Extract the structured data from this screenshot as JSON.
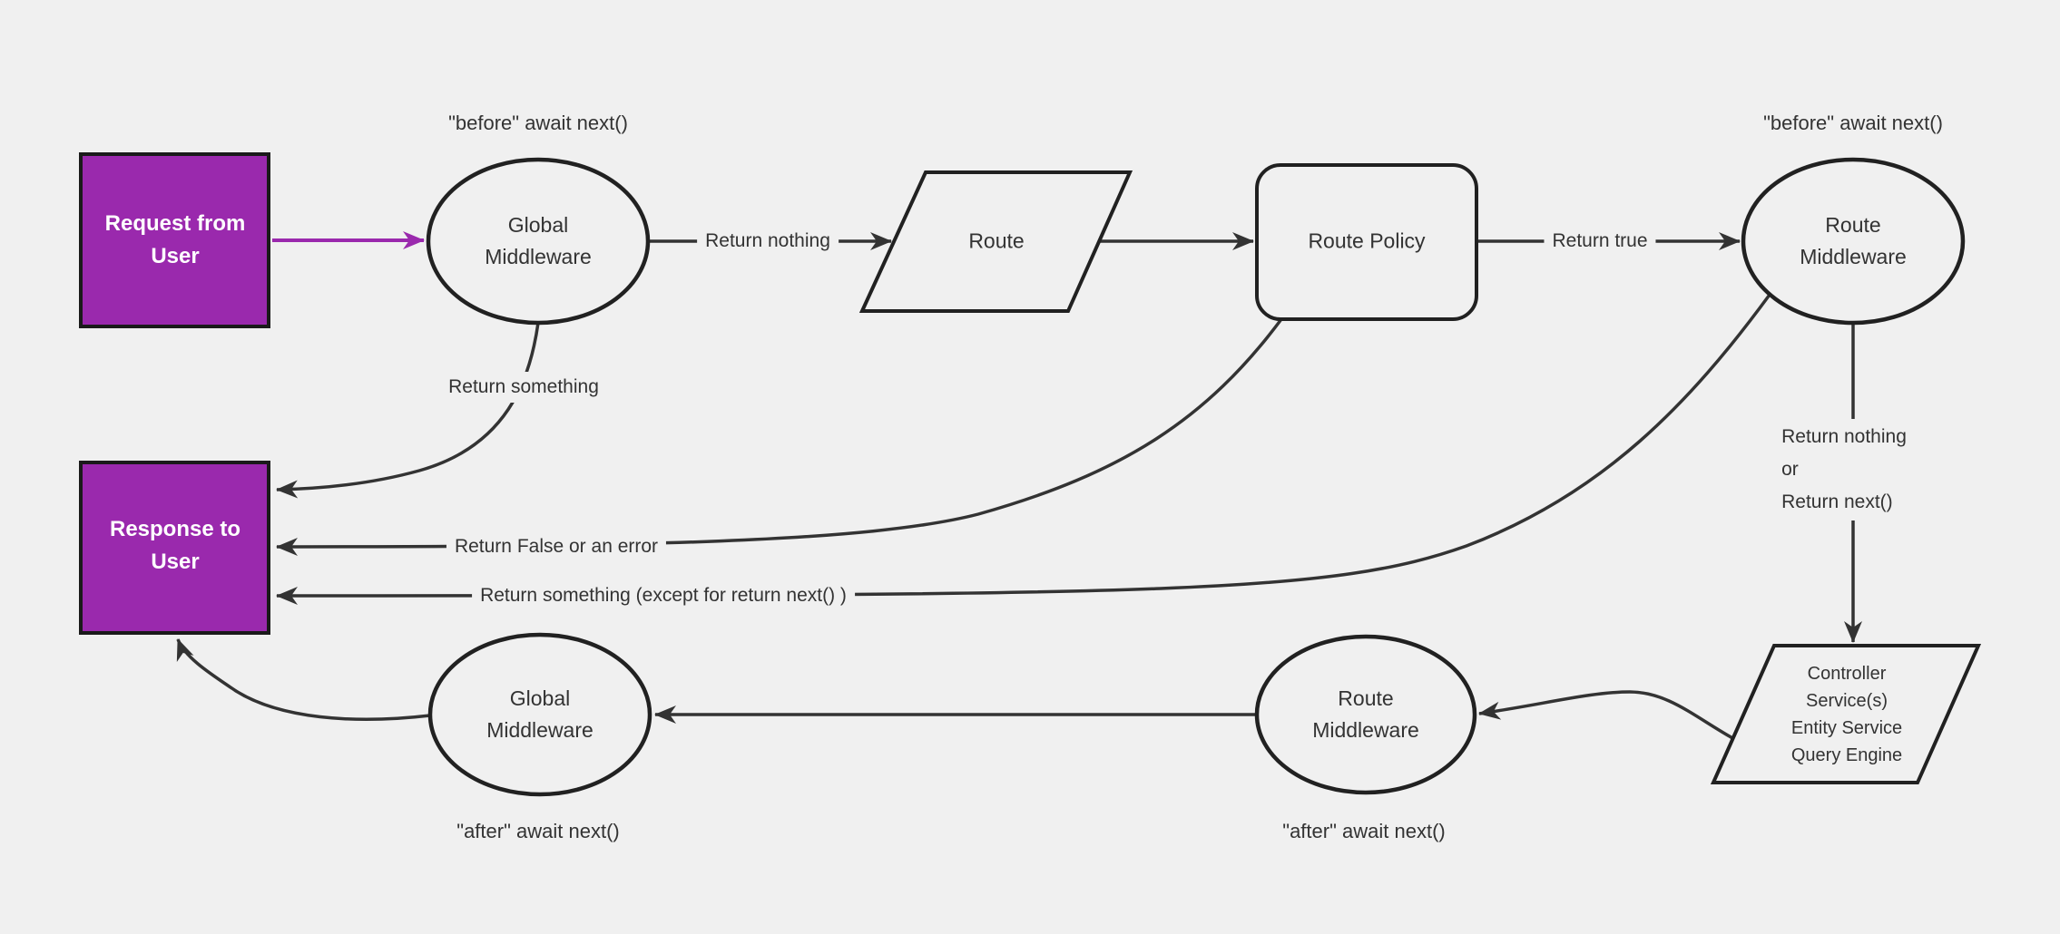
{
  "canvas": {
    "background": "#f0f0f0",
    "node_fill": "#f0f0f0",
    "node_stroke": "#212121",
    "edge_color": "#333333",
    "accent_purple": "#9a29ad",
    "accent_border": "#1a1a1a",
    "text_color": "#333333"
  },
  "nodes": {
    "request_user": {
      "lines": [
        "Request from",
        "User"
      ]
    },
    "global_mw_top": {
      "lines": [
        "Global",
        "Middleware"
      ]
    },
    "route": {
      "label": "Route"
    },
    "route_policy": {
      "label": "Route Policy"
    },
    "route_mw_top": {
      "lines": [
        "Route",
        "Middleware"
      ]
    },
    "controller": {
      "lines": [
        "Controller",
        "Service(s)",
        "Entity Service",
        "Query Engine"
      ]
    },
    "route_mw_bottom": {
      "lines": [
        "Route",
        "Middleware"
      ]
    },
    "global_mw_bottom": {
      "lines": [
        "Global",
        "Middleware"
      ]
    },
    "response_user": {
      "lines": [
        "Response to",
        "User"
      ]
    }
  },
  "edge_labels": {
    "before_await_left": "\"before\" await next()",
    "before_await_right": "\"before\" await next()",
    "return_nothing": "Return nothing",
    "return_true": "Return true",
    "return_something": "Return something",
    "return_false_error": "Return False or an error",
    "return_something_except": "Return something (except for return next() )",
    "return_nothing_or_next": {
      "lines": [
        "Return nothing",
        "or",
        "Return next()"
      ]
    },
    "after_await_left": "\"after\" await next()",
    "after_await_right": "\"after\" await next()"
  }
}
